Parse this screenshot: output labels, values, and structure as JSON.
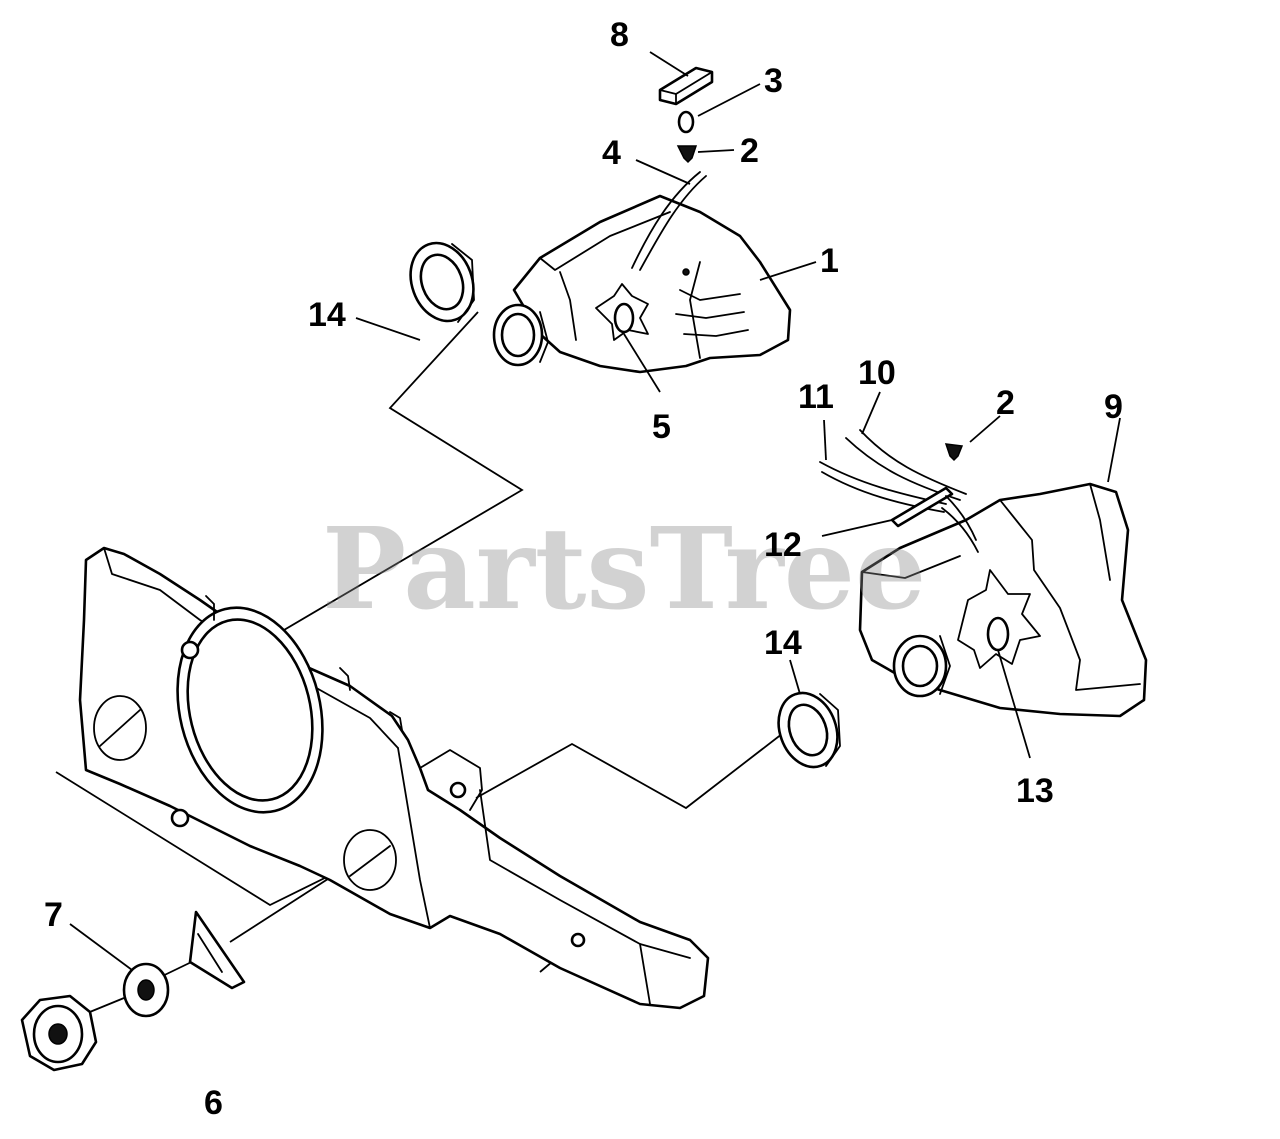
{
  "watermark": "PartsTree",
  "callouts": {
    "c1": "1",
    "c2a": "2",
    "c2b": "2",
    "c3": "3",
    "c4": "4",
    "c5": "5",
    "c6": "6",
    "c7": "7",
    "c8": "8",
    "c9": "9",
    "c10": "10",
    "c11": "11",
    "c12": "12",
    "c13": "13",
    "c14a": "14",
    "c14b": "14"
  }
}
